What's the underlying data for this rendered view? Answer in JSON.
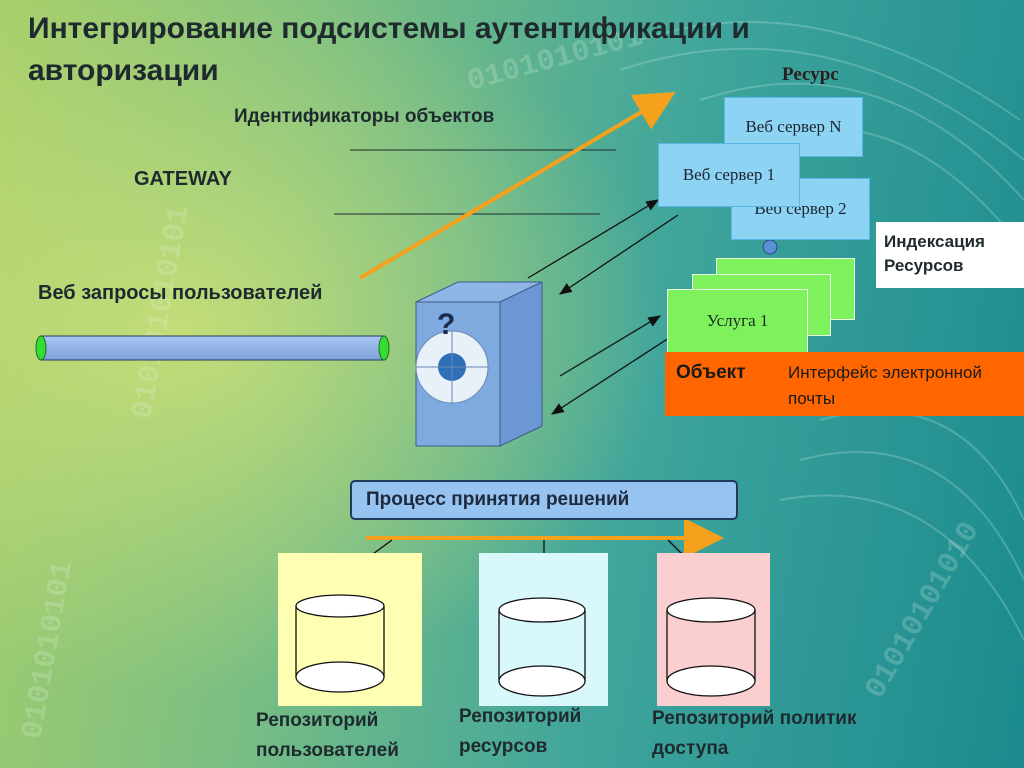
{
  "title": "Интегрирование подсистемы аутентификации и авторизации",
  "labels": {
    "resource": "Ресурс",
    "identifiers": "Идентификаторы объектов",
    "gateway": "GATEWAY",
    "web_requests": "Веб запросы пользователей",
    "indexing": "Индексация Ресурсов",
    "object": "Объект",
    "email_interface": "Интерфейс электронной почты",
    "decision_process": "Процесс принятия решений",
    "question_mark": "?"
  },
  "servers": {
    "n": "Веб сервер N",
    "one": "Веб сервер 1",
    "two": "Веб сервер 2"
  },
  "service": "Услуга 1",
  "repositories": [
    {
      "label": "Репозиторий пользователей",
      "color": "#ffffb4"
    },
    {
      "label": "Репозиторий ресурсов",
      "color": "#d8f8fb"
    },
    {
      "label": "Репозиторий политик доступа",
      "color": "#fbcfcf"
    }
  ],
  "colors": {
    "accent_arrow": "#f5a11b",
    "object_bar": "#ff6600",
    "server_box": "#8dd3f3",
    "service_box": "#7ef25c"
  }
}
